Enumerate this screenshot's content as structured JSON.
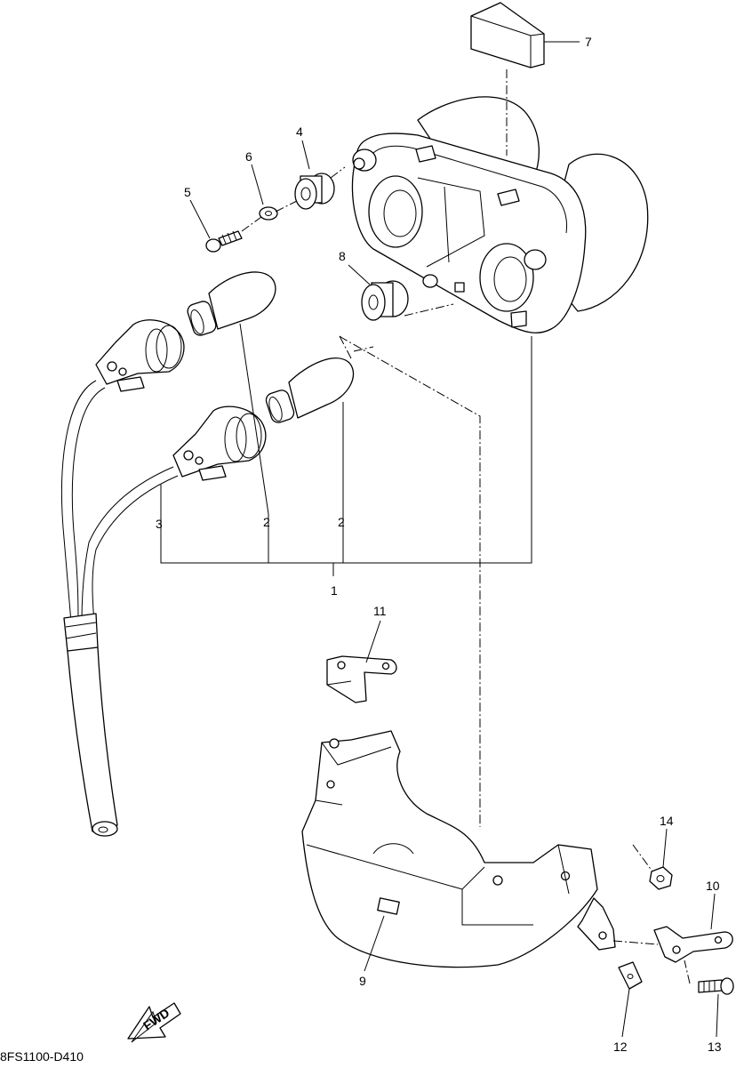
{
  "diagram": {
    "code": "8FS1100-D410",
    "fwd_label": "FWD",
    "callouts": {
      "c1": "1",
      "c2a": "2",
      "c2b": "2",
      "c3": "3",
      "c4": "4",
      "c5": "5",
      "c6": "6",
      "c7": "7",
      "c8": "8",
      "c9": "9",
      "c10": "10",
      "c11": "11",
      "c12": "12",
      "c13": "13",
      "c14": "14"
    }
  }
}
